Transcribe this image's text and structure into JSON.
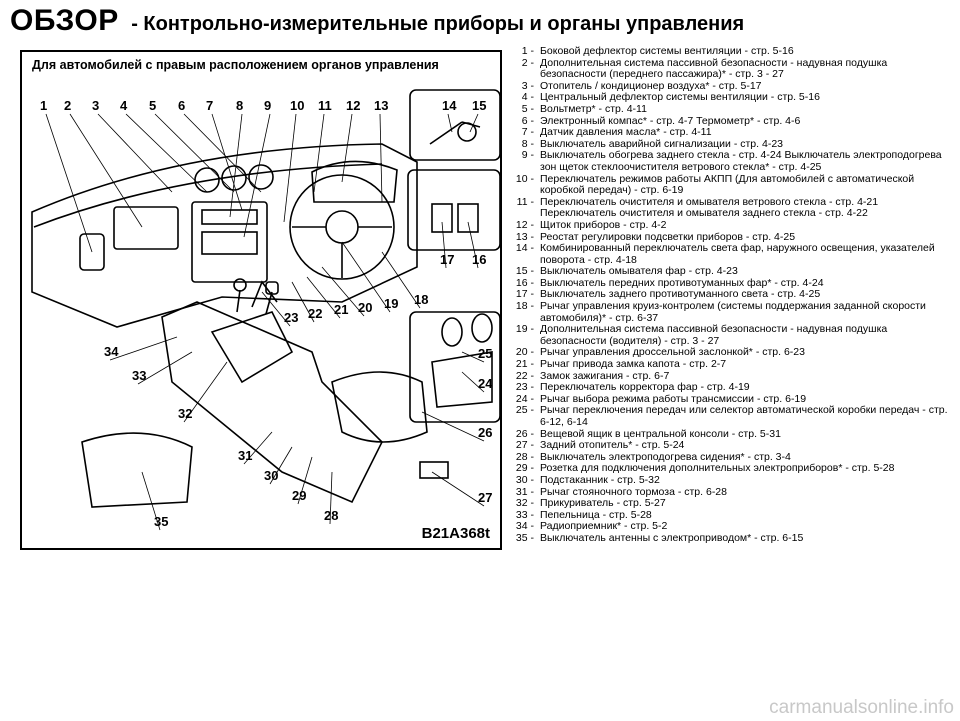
{
  "header": {
    "title": "ОБЗОР",
    "subtitle": "- Контрольно-измерительные приборы и органы управления"
  },
  "figure": {
    "caption": "Для автомобилей с правым расположением органов управления",
    "code": "B21A368t",
    "callouts": [
      "1",
      "2",
      "3",
      "4",
      "5",
      "6",
      "7",
      "8",
      "9",
      "10",
      "11",
      "12",
      "13",
      "14",
      "15",
      "16",
      "17",
      "18",
      "19",
      "20",
      "21",
      "22",
      "23",
      "24",
      "25",
      "26",
      "27",
      "28",
      "29",
      "30",
      "31",
      "32",
      "33",
      "34",
      "35"
    ]
  },
  "legend": [
    {
      "num": "1 -",
      "text": "Боковой дефлектор системы вентиляции - стр. 5-16"
    },
    {
      "num": "2 -",
      "text": "Дополнительная система пассивной безопасности - надувная подушка безопасности (переднего пассажира)* - стр. 3 - 27"
    },
    {
      "num": "3 -",
      "text": "Отопитель / кондиционер воздуха* - стр. 5-17"
    },
    {
      "num": "4 -",
      "text": "Центральный дефлектор системы вентиляции - стр. 5-16"
    },
    {
      "num": "5 -",
      "text": "Вольтметр* - стр. 4-11"
    },
    {
      "num": "6 -",
      "text": "Электронный компас* - стр. 4-7 Термометр* - стр. 4-6"
    },
    {
      "num": "7 -",
      "text": "Датчик давления масла* - стр. 4-11"
    },
    {
      "num": "8 -",
      "text": "Выключатель аварийной сигнализации - стр. 4-23"
    },
    {
      "num": "9 -",
      "text": "Выключатель обогрева заднего стекла - стр. 4-24 Выключатель электроподогрева зон щеток стеклоочистителя ветрового стекла* - стр. 4-25"
    },
    {
      "num": "10 -",
      "text": "Переключатель режимов работы АКПП (Для автомобилей с автоматической коробкой передач) - стр. 6-19"
    },
    {
      "num": "11 -",
      "text": "Переключатель очистителя и омывателя ветрового стекла - стр. 4-21 Переключатель очистителя и омывателя заднего стекла - стр. 4-22"
    },
    {
      "num": "12 -",
      "text": "Щиток приборов - стр. 4-2"
    },
    {
      "num": "13 -",
      "text": "Реостат регулировки подсветки приборов - стр. 4-25"
    },
    {
      "num": "14 -",
      "text": "Комбинированный переключатель света фар, наружного освещения, указателей поворота - стр. 4-18"
    },
    {
      "num": "15 -",
      "text": "Выключатель омывателя фар - стр. 4-23"
    },
    {
      "num": "16 -",
      "text": "Выключатель передних противотуманных фар* - стр. 4-24"
    },
    {
      "num": "17 -",
      "text": "Выключатель заднего противотуманного света - стр. 4-25"
    },
    {
      "num": "18 -",
      "text": "Рычаг управления круиз-контролем (системы поддержания заданной скорости автомобиля)* - стр. 6-37"
    },
    {
      "num": "19 -",
      "text": "Дополнительная система пассивной безопасности - надувная подушка безопасности (водителя) - стр. 3 - 27"
    },
    {
      "num": "20 -",
      "text": "Рычаг управления дроссельной заслонкой* - стр. 6-23"
    },
    {
      "num": "21 -",
      "text": "Рычаг привода замка капота - стр. 2-7"
    },
    {
      "num": "22 -",
      "text": "Замок зажигания - стр. 6-7"
    },
    {
      "num": "23 -",
      "text": "Переключатель корректора фар - стр. 4-19"
    },
    {
      "num": "24 -",
      "text": "Рычаг выбора режима работы трансмиссии - стр. 6-19"
    },
    {
      "num": "25 -",
      "text": "Рычаг переключения передач или селектор автоматической коробки передач - стр. 6-12, 6-14"
    },
    {
      "num": "26 -",
      "text": "Вещевой ящик в центральной консоли - стр. 5-31"
    },
    {
      "num": "27 -",
      "text": "Задний отопитель* - стр. 5-24"
    },
    {
      "num": "28 -",
      "text": "Выключатель электроподогрева сидения* - стр. 3-4"
    },
    {
      "num": "29 -",
      "text": "Розетка для подключения дополнительных электроприборов* - стр. 5-28"
    },
    {
      "num": "30 -",
      "text": "Подстаканник - стр. 5-32"
    },
    {
      "num": "31 -",
      "text": "Рычаг стояночного тормоза - стр. 6-28"
    },
    {
      "num": "32 -",
      "text": "Прикуриватель - стр. 5-27"
    },
    {
      "num": "33 -",
      "text": "Пепельница - стр. 5-28"
    },
    {
      "num": "34 -",
      "text": "Радиоприемник* - стр. 5-2"
    },
    {
      "num": "35 -",
      "text": "Выключатель антенны с электроприводом* - стр. 6-15"
    }
  ],
  "watermark": "carmanualsonline.info"
}
